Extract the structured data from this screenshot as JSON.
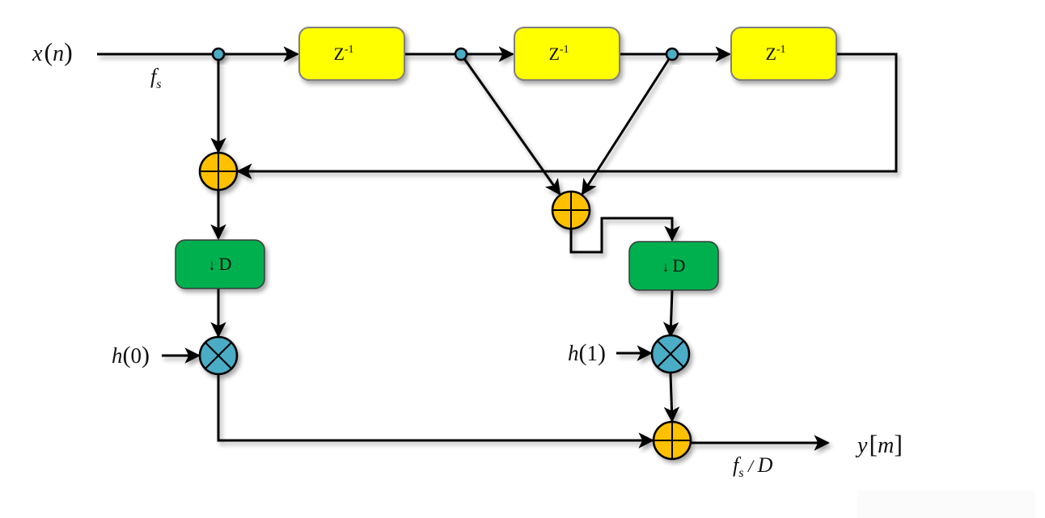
{
  "diagram": {
    "title": "Polyphase FIR decimation filter structure",
    "input_label": {
      "base": "x",
      "open": "(",
      "arg": "n",
      "close": ")"
    },
    "input_rate": {
      "base": "f",
      "sub": "s"
    },
    "output_label": {
      "base": "y",
      "open": "[",
      "arg": "m",
      "close": "]"
    },
    "output_rate": {
      "base": "f",
      "sub": "s",
      "sep": " / ",
      "den": "D"
    },
    "delays": [
      {
        "base": "Z",
        "sup": "-1"
      },
      {
        "base": "Z",
        "sup": "-1"
      },
      {
        "base": "Z",
        "sup": "-1"
      }
    ],
    "decimators": [
      {
        "arrow": "↓",
        "label": "D"
      },
      {
        "arrow": "↓",
        "label": "D"
      }
    ],
    "coefficients": [
      {
        "base": "h",
        "open": "(",
        "arg": "0",
        "close": ")"
      },
      {
        "base": "h",
        "open": "(",
        "arg": "1",
        "close": ")"
      }
    ],
    "adders": [
      "adder-branch-0",
      "adder-branch-1",
      "adder-output"
    ],
    "multipliers": [
      "multiplier-h0",
      "multiplier-h1"
    ],
    "colors": {
      "delay_fill": "#ffff00",
      "delay_stroke": "#7f7f7f",
      "decimator_fill": "#00b050",
      "decimator_stroke": "#3a3a3a",
      "adder_fill": "#ffc000",
      "multiplier_fill": "#4bacc6",
      "tap_fill": "#4bacc6",
      "wire": "#000000"
    }
  }
}
